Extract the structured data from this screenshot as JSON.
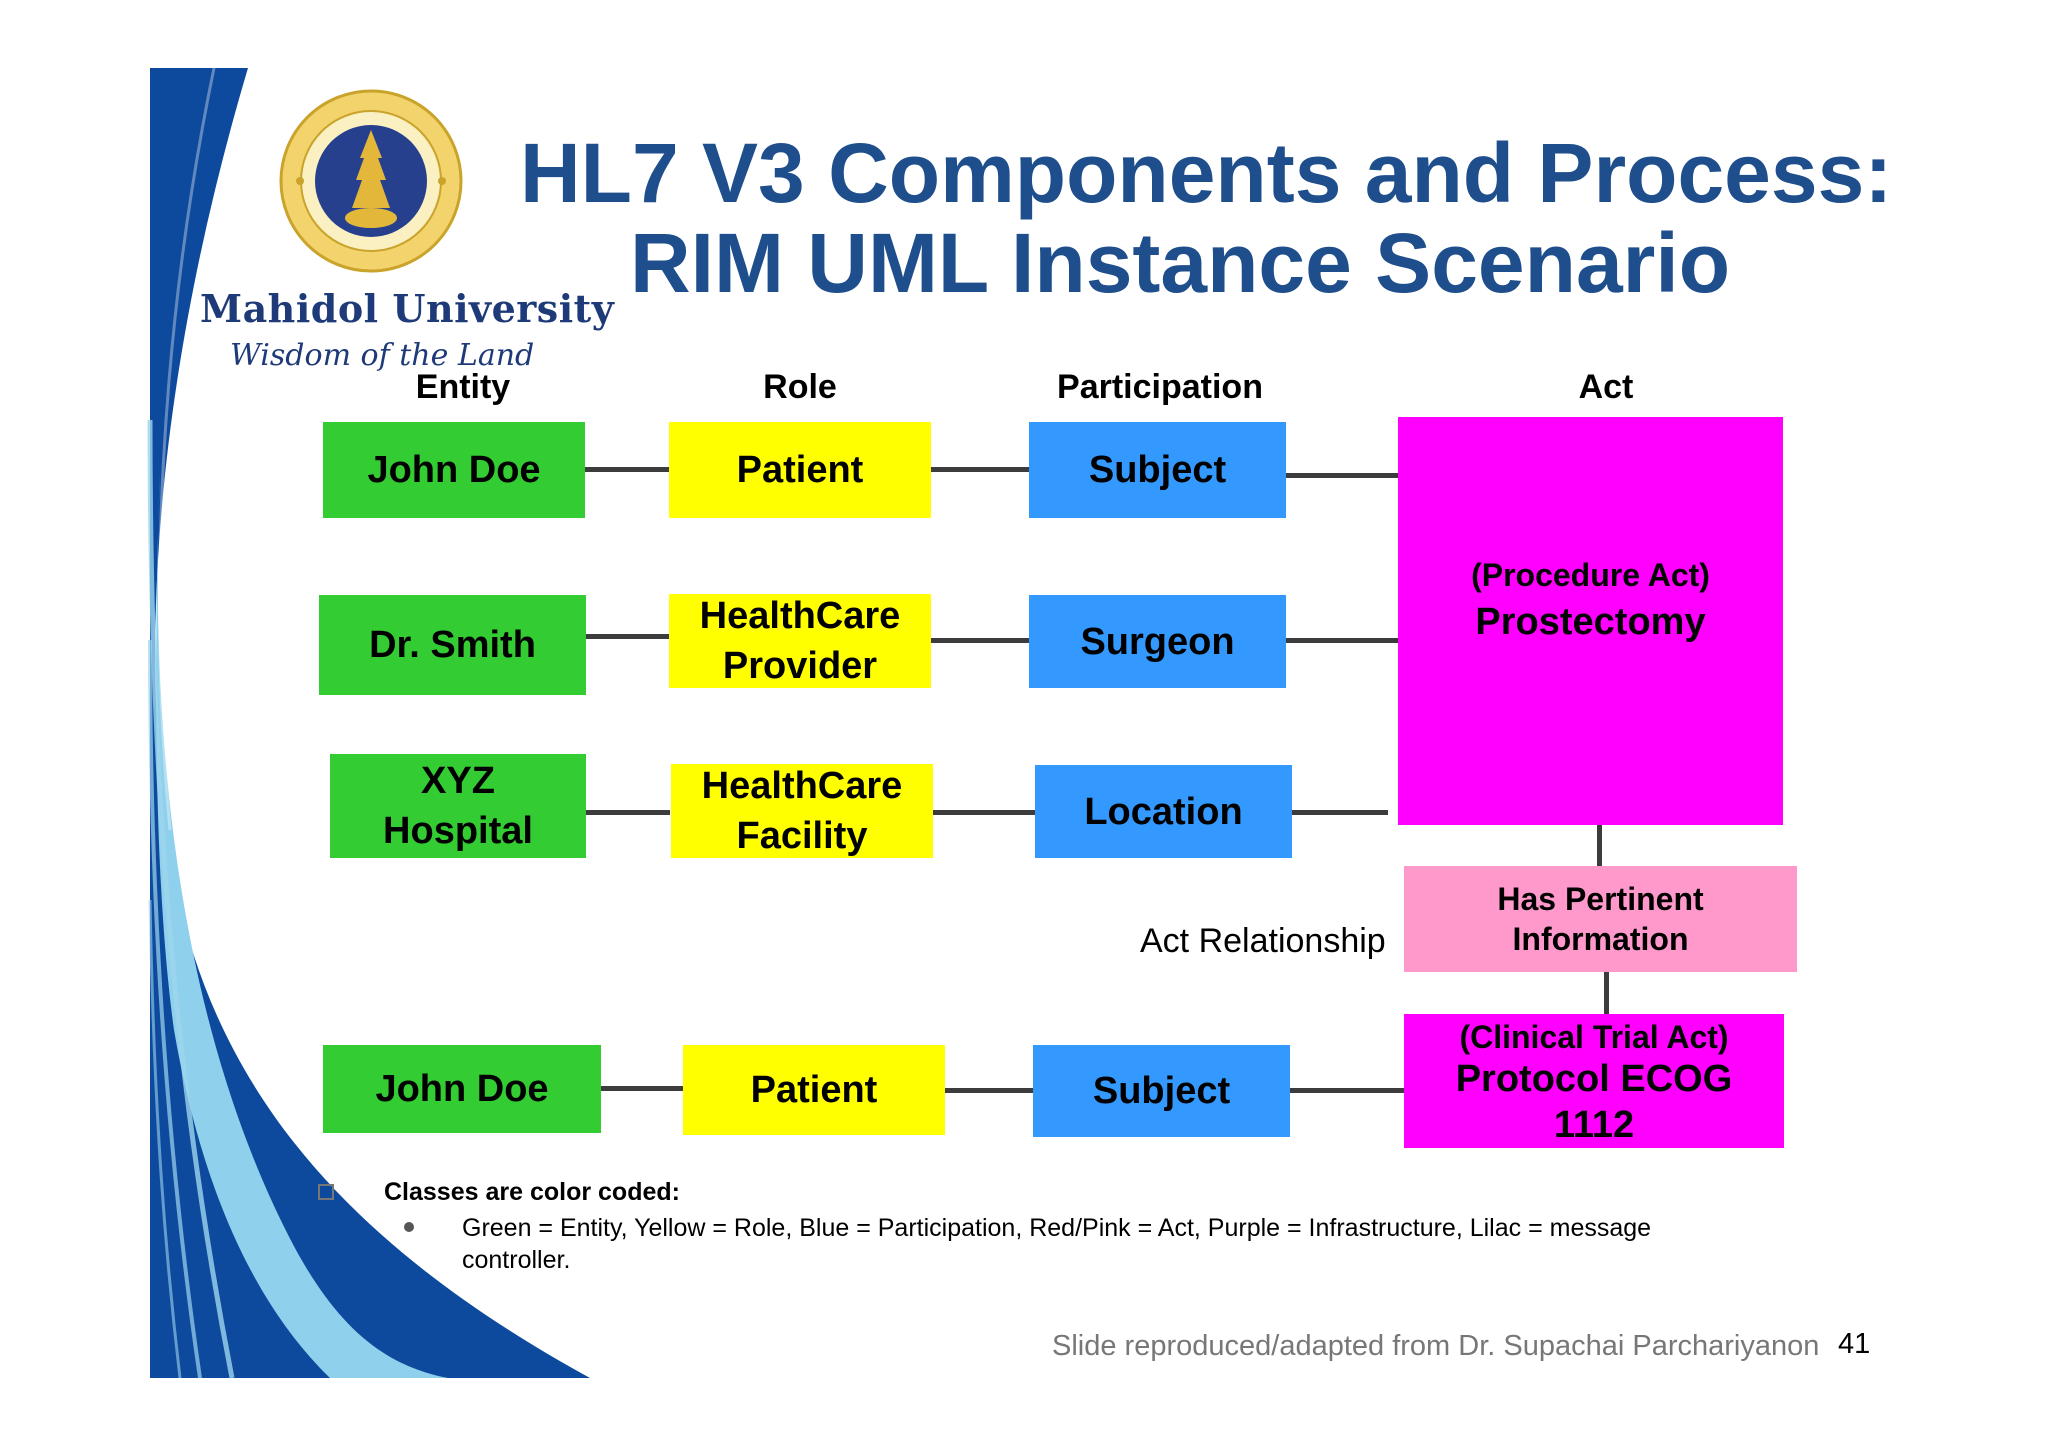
{
  "header": {
    "title_line1": "HL7 V3 Components and Process:",
    "title_line2": "RIM UML Instance Scenario"
  },
  "branding": {
    "university": "Mahidol University",
    "motto": "Wisdom of the Land",
    "seal_icon": "mahidol-university-seal"
  },
  "columns": {
    "entity": "Entity",
    "role": "Role",
    "participation": "Participation",
    "act": "Act"
  },
  "rows": [
    {
      "entity": "John Doe",
      "role": "Patient",
      "participation": "Subject"
    },
    {
      "entity": "Dr. Smith",
      "role_line1": "HealthCare",
      "role_line2": "Provider",
      "participation": "Surgeon"
    },
    {
      "entity_line1": "XYZ",
      "entity_line2": "Hospital",
      "role_line1": "HealthCare",
      "role_line2": "Facility",
      "participation": "Location"
    },
    {
      "entity": "John Doe",
      "role": "Patient",
      "participation": "Subject"
    }
  ],
  "acts": {
    "procedure_type": "(Procedure Act)",
    "procedure_name": "Prostectomy",
    "relationship_line1": "Has Pertinent",
    "relationship_line2": "Information",
    "relationship_label": "Act Relationship",
    "trial_type": "(Clinical Trial Act)",
    "trial_line1": "Protocol ECOG",
    "trial_line2": "1112"
  },
  "notes": {
    "heading": "Classes are color coded:",
    "detail": "Green = Entity, Yellow = Role, Blue = Participation, Red/Pink = Act, Purple = Infrastructure, Lilac = message controller."
  },
  "footer": {
    "credit": "Slide reproduced/adapted from Dr. Supachai Parchariyanon",
    "page_number": "41"
  },
  "colors": {
    "entity": "#33cc33",
    "role": "#ffff00",
    "participation": "#3399ff",
    "act": "#ff00ff",
    "act_relationship": "#ff99cc",
    "title": "#1f4e8c",
    "sidebar_dark": "#0d4a9e",
    "sidebar_light": "#8fd0ec"
  }
}
